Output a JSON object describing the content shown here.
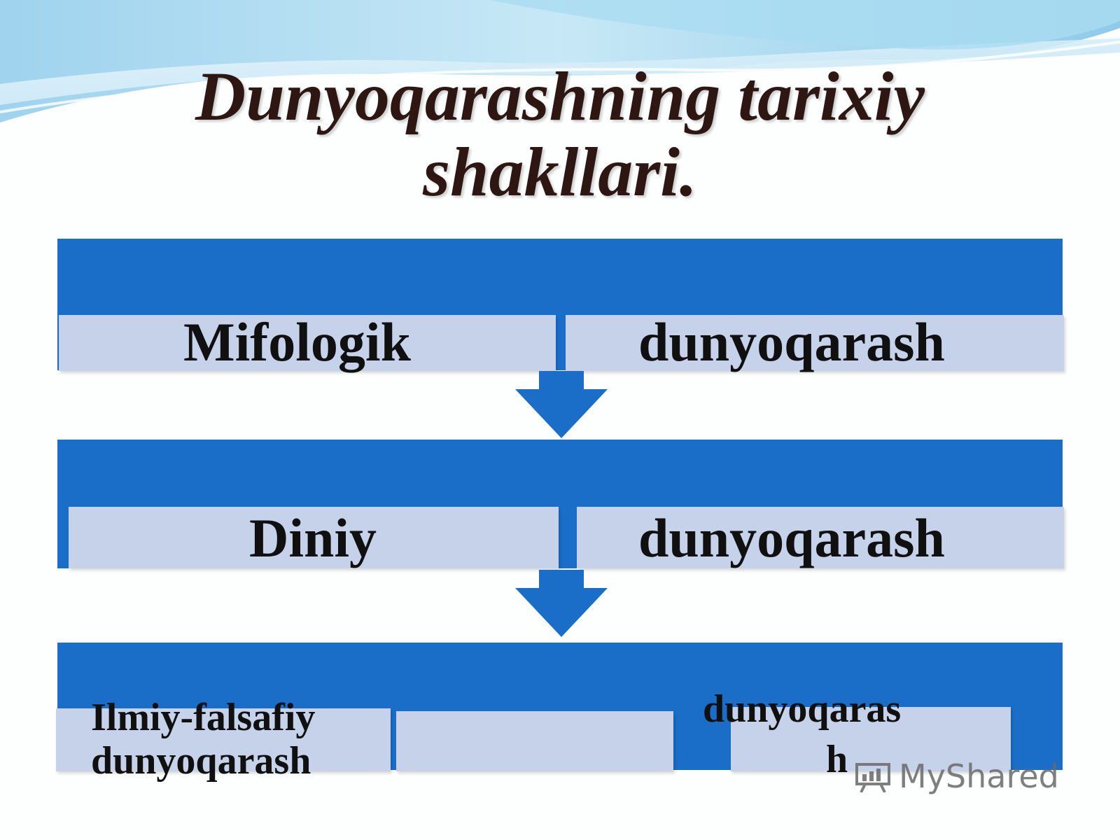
{
  "title": {
    "line1": "Dunyoqarashning tarixiy",
    "line2": "shakllari."
  },
  "stages": [
    {
      "left": "Mifologik",
      "right": "dunyoqarash"
    },
    {
      "left": "Diniy",
      "right": "dunyoqarash"
    },
    {
      "left_line1": "Ilmiy-falsafiy",
      "left_line2": "dunyoqarash",
      "right_line1": "dunyoqaras",
      "right_line2": "h"
    }
  ],
  "watermark": {
    "text": "MyShared"
  },
  "colors": {
    "band": "#1a6ec8",
    "label_bg": "#c6d2ea",
    "title": "#2e1712",
    "text": "#101010"
  },
  "icons": [
    "arrow-down-icon",
    "myshared-logo-icon"
  ]
}
